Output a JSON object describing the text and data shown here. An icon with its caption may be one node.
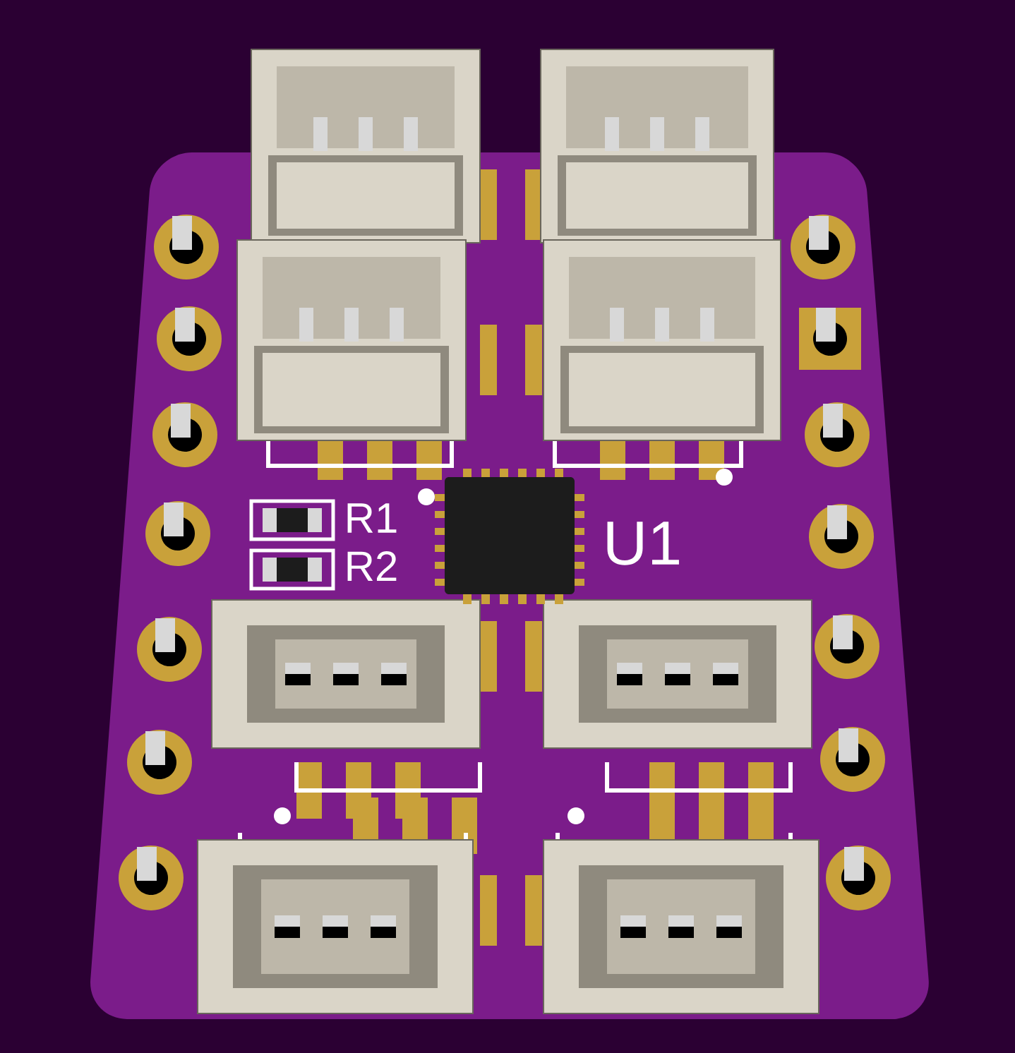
{
  "diagram": {
    "labels": [
      "R1",
      "R2",
      "U1"
    ]
  }
}
